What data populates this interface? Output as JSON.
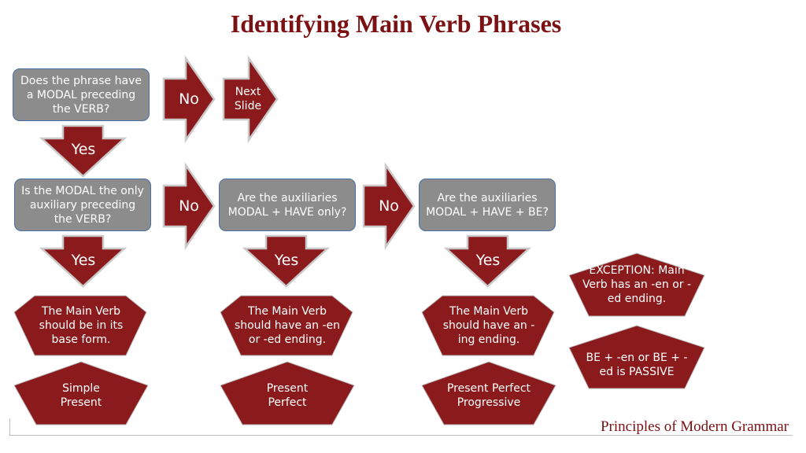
{
  "title": "Identifying Main Verb Phrases",
  "footer": "Principles of Modern Grammar",
  "nodes": {
    "q_modal": "Does the phrase have a MODAL preceding the VERB?",
    "q_only_aux": "Is the MODAL the only auxiliary preceding the VERB?",
    "q_modal_have": "Are the auxiliaries MODAL + HAVE only?",
    "q_modal_have_be": "Are the auxiliaries MODAL + HAVE + BE?",
    "r_base_form": "The Main Verb should be in its base form.",
    "r_en_ed": "The Main Verb should have an -en or -ed ending.",
    "r_ing": "The Main Verb should have an -ing ending.",
    "t_simple_present": "Simple Present",
    "t_present_perfect": "Present Perfect",
    "t_present_perfect_progressive": "Present Perfect Progressive",
    "exception": "EXCEPTION: Main Verb has an -en or -ed ending.",
    "passive": "BE + -en or BE + -ed is PASSIVE"
  },
  "arrows": {
    "no": "No",
    "yes": "Yes",
    "next_slide": "Next Slide"
  },
  "colors": {
    "maroon": "#8b1a1c",
    "arrow_outline": "#c9c9c9",
    "question_box": "#8c8c8c",
    "title": "#7b1113"
  }
}
